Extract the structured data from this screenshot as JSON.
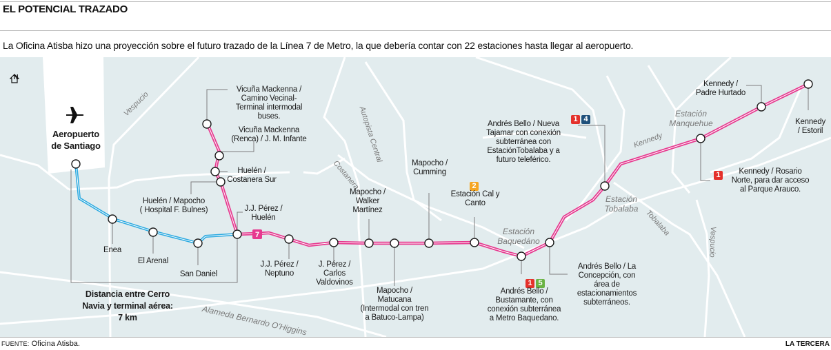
{
  "header": {
    "title": "EL POTENCIAL TRAZADO",
    "lede": "La Oficina Atisba hizo una proyección sobre el futuro trazado de la Línea 7 de Metro, la que debería contar con 22 estaciones hasta llegar al aeropuerto."
  },
  "compass": {
    "icon": "north-arrow-icon",
    "label": "N"
  },
  "airport": {
    "icon": "airplane-icon",
    "line1": "Aeropuerto",
    "line2": "de Santiago"
  },
  "line_badge": "7",
  "colors": {
    "line7": "#e6398f",
    "airport_branch": "#2aa9e0",
    "map_bg": "#e2ecee",
    "road": "#ffffff",
    "badge_line1": "#e4312b",
    "badge_line2": "#f5a623",
    "badge_line4": "#1d4f7a",
    "badge_line5": "#6ab344"
  },
  "roads": {
    "vespucio_w": "Vespucio",
    "autopista_central": "Autopista Central",
    "costanera": "Costanera",
    "alameda": "Alameda Bernardo O'Higgins",
    "kennedy": "Kennedy",
    "tobalaba": "Tobalaba",
    "vespucio_e": "Vespucio"
  },
  "areas": {
    "baquedano": [
      "Estación",
      "Baquedáno"
    ],
    "tobalaba": [
      "Estación",
      "Tobalaba"
    ],
    "manquehue": [
      "Estación",
      "Manquehue"
    ]
  },
  "stations": {
    "enea": "Enea",
    "el_arenal": "El Arenal",
    "san_daniel": "San Daniel",
    "huelen_mapocho": [
      "Huelén / Mapocho",
      "( Hospital F. Bulnes)"
    ],
    "vm_camino": [
      "Vicuña Mackenna /",
      "Camino Vecinal-",
      "Terminal intermodal",
      "buses."
    ],
    "vm_renca": [
      "Vicuña Mackenna",
      "(Renca) / J. M. Infante"
    ],
    "huelen_costanera": [
      "Huelén /",
      "Costanera Sur"
    ],
    "jjp_huelen": [
      "J.J. Pérez /",
      "Huelén"
    ],
    "jjp_neptuno": [
      "J.J. Pérez /",
      "Neptuno"
    ],
    "jp_carlos": [
      "J. Pérez /",
      "Carlos",
      "Valdovinos"
    ],
    "mapocho_walker": [
      "Mapocho /",
      "Walker",
      "Martínez"
    ],
    "mapocho_matucana": [
      "Mapocho /",
      "Matucana",
      "(Intermodal con tren",
      "a Batuco-Lampa)"
    ],
    "mapocho_cumming": [
      "Mapocho /",
      "Cumming"
    ],
    "cal_canto": [
      "Estación Cal y",
      "Canto"
    ],
    "ab_bustamante": [
      "Andrés Bello /",
      "Bustamante, con",
      "conexión subterránea",
      "a Metro Baquedano."
    ],
    "ab_concepcion": [
      "Andrés Bello / La",
      "Concepción, con",
      "área de",
      "estacionamientos",
      "subterráneos."
    ],
    "ab_tajamar": [
      "Andrés Bello / Nueva",
      "Tajamar con conexión",
      "subterránea con",
      "EstaciónTobalaba y a",
      "futuro teleférico."
    ],
    "kennedy_rosario": [
      "Kennedy / Rosario",
      "Norte, para dar acceso",
      "al Parque Arauco."
    ],
    "kennedy_padre": [
      "Kennedy /",
      "Padre Hurtado"
    ],
    "kennedy_estoril": [
      "Kennedy",
      "/ Estoril"
    ]
  },
  "connections": {
    "cal_canto": [
      "2"
    ],
    "ab_bustamante": [
      "1",
      "5"
    ],
    "ab_tajamar": [
      "1",
      "4"
    ],
    "kennedy_rosario": [
      "1"
    ]
  },
  "distance_note": [
    "Distancia entre Cerro",
    "Navia y terminal aérea:",
    "7 km"
  ],
  "footer": {
    "source_label": "FUENTE:",
    "source": "Oficina Atisba.",
    "brand": "LA TERCERA"
  }
}
